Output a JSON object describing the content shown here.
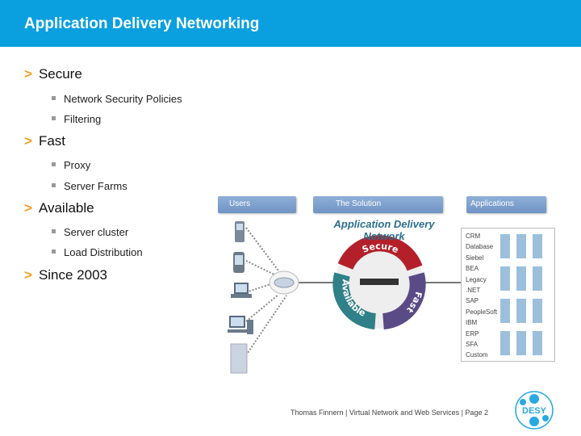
{
  "header": {
    "title": "Application Delivery Networking",
    "color": "#0aa0e0"
  },
  "bullets": [
    {
      "label": "Secure",
      "sub": [
        "Network Security Policies",
        "Filtering"
      ]
    },
    {
      "label": "Fast",
      "sub": [
        "Proxy",
        "Server Farms"
      ]
    },
    {
      "label": "Available",
      "sub": [
        "Server cluster",
        "Load Distribution"
      ]
    },
    {
      "label": "Since 2003",
      "sub": []
    }
  ],
  "diagram": {
    "bars": {
      "users": "Users",
      "solution": "The Solution",
      "applications": "Applications"
    },
    "title": "Application Delivery Network",
    "ring": {
      "secure": "Secure",
      "fast": "Fast",
      "available": "Available"
    },
    "apps": [
      "CRM",
      "Database",
      "Siebel",
      "BEA",
      "Legacy",
      ".NET",
      "SAP",
      "PeopleSoft",
      "IBM",
      "ERP",
      "SFA",
      "Custom"
    ]
  },
  "footer": {
    "text": "Thomas Finnern  |  Virtual Network and Web Services  |  Page 2",
    "logo": "DESY"
  }
}
